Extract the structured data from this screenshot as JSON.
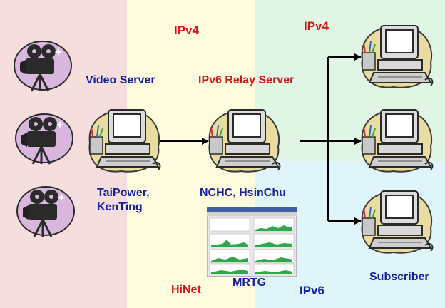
{
  "labels": {
    "ipv4_left": "IPv4",
    "ipv4_right": "IPv4",
    "video_server": "Video Server",
    "relay_server": "IPv6 Relay Server",
    "taipower_line1": "TaiPower,",
    "taipower_line2": "KenTing",
    "nchc": "NCHC, HsinChu",
    "hinet": "HiNet",
    "mrtg": "MRTG",
    "ipv6": "IPv6",
    "subscriber": "Subscriber"
  },
  "colors": {
    "zone_pink": "#f6dede",
    "zone_yellow": "#fffbdf",
    "zone_green": "#e0f5e4",
    "zone_cyan": "#dff5fa",
    "label_red": "#d01818",
    "label_blue": "#14209c",
    "arrow": "#000000"
  },
  "icons": {
    "camera": "video-camera-icon",
    "computer": "desktop-computer-icon",
    "monitor": "mrtg-monitor-screenshot"
  }
}
